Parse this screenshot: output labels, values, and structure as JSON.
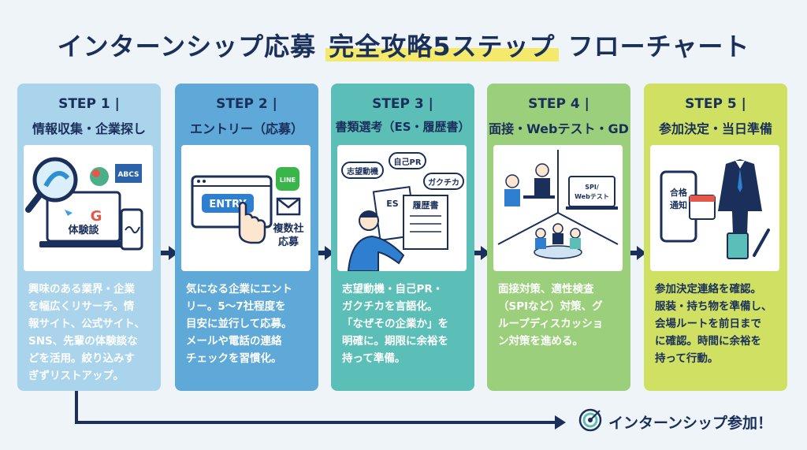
{
  "title": {
    "main": "インターンシップ応募 ",
    "highlight": "完全攻略5ステップ",
    "tail": " フローチャート"
  },
  "steps": [
    {
      "step": "STEP 1 |",
      "subtitle": "情報収集・企業探し",
      "desc": "興味のある業界・企業\nを幅広くリサーチ。情\n報サイト、公式サイト、\nSNS、先輩の体験談な\nどを活用。絞り込みす\nぎずリストアップ。",
      "illus_labels": {
        "experience": "体験談",
        "logo": "ABCS"
      }
    },
    {
      "step": "STEP 2 |",
      "subtitle": "エントリー（応募）",
      "desc": "気になる企業にエント\nリー。5〜7社程度を\n目安に並行して応募。\nメールや電話の連絡\nチェックを習慣化。",
      "illus_labels": {
        "entry": "ENTRY",
        "line": "LINE",
        "multi1": "複数社",
        "multi2": "応募"
      }
    },
    {
      "step": "STEP 3 |",
      "subtitle": "書類選考（ES・履歴書）",
      "desc": "志望動機・自己PR・\nガクチカを言語化。\n「なぜその企業か」を\n明確に。期限に余裕を\n持って準備。",
      "illus_labels": {
        "motive": "志望動機",
        "pr": "自己PR",
        "gakuchika": "ガクチカ",
        "es": "ES",
        "resume": "履歴書"
      }
    },
    {
      "step": "STEP 4 |",
      "subtitle": "面接・Webテスト・GD",
      "desc": "面接対策、適性検査\n（SPIなど）対策、グ\nループディスカッショ\nン対策を進める。",
      "illus_labels": {
        "spi1": "SPI/",
        "spi2": "Webテスト"
      }
    },
    {
      "step": "STEP 5 |",
      "subtitle": "参加決定・当日準備",
      "desc": "参加決定連絡を確認。\n服装・持ち物を準備し、\n会場ルートを前日まで\nに確認。時間に余裕を\n持って行動。",
      "illus_labels": {
        "pass1": "合格",
        "pass2": "通知"
      }
    }
  ],
  "final_label": "インターンシップ参加！",
  "colors": {
    "navy": "#1a2f5a",
    "card1": "#a9d4ec",
    "card2": "#5fa9d8",
    "card3": "#5cbfb7",
    "card4": "#9ccf7b",
    "card5": "#cfe063",
    "highlight": "#f4e96b"
  }
}
